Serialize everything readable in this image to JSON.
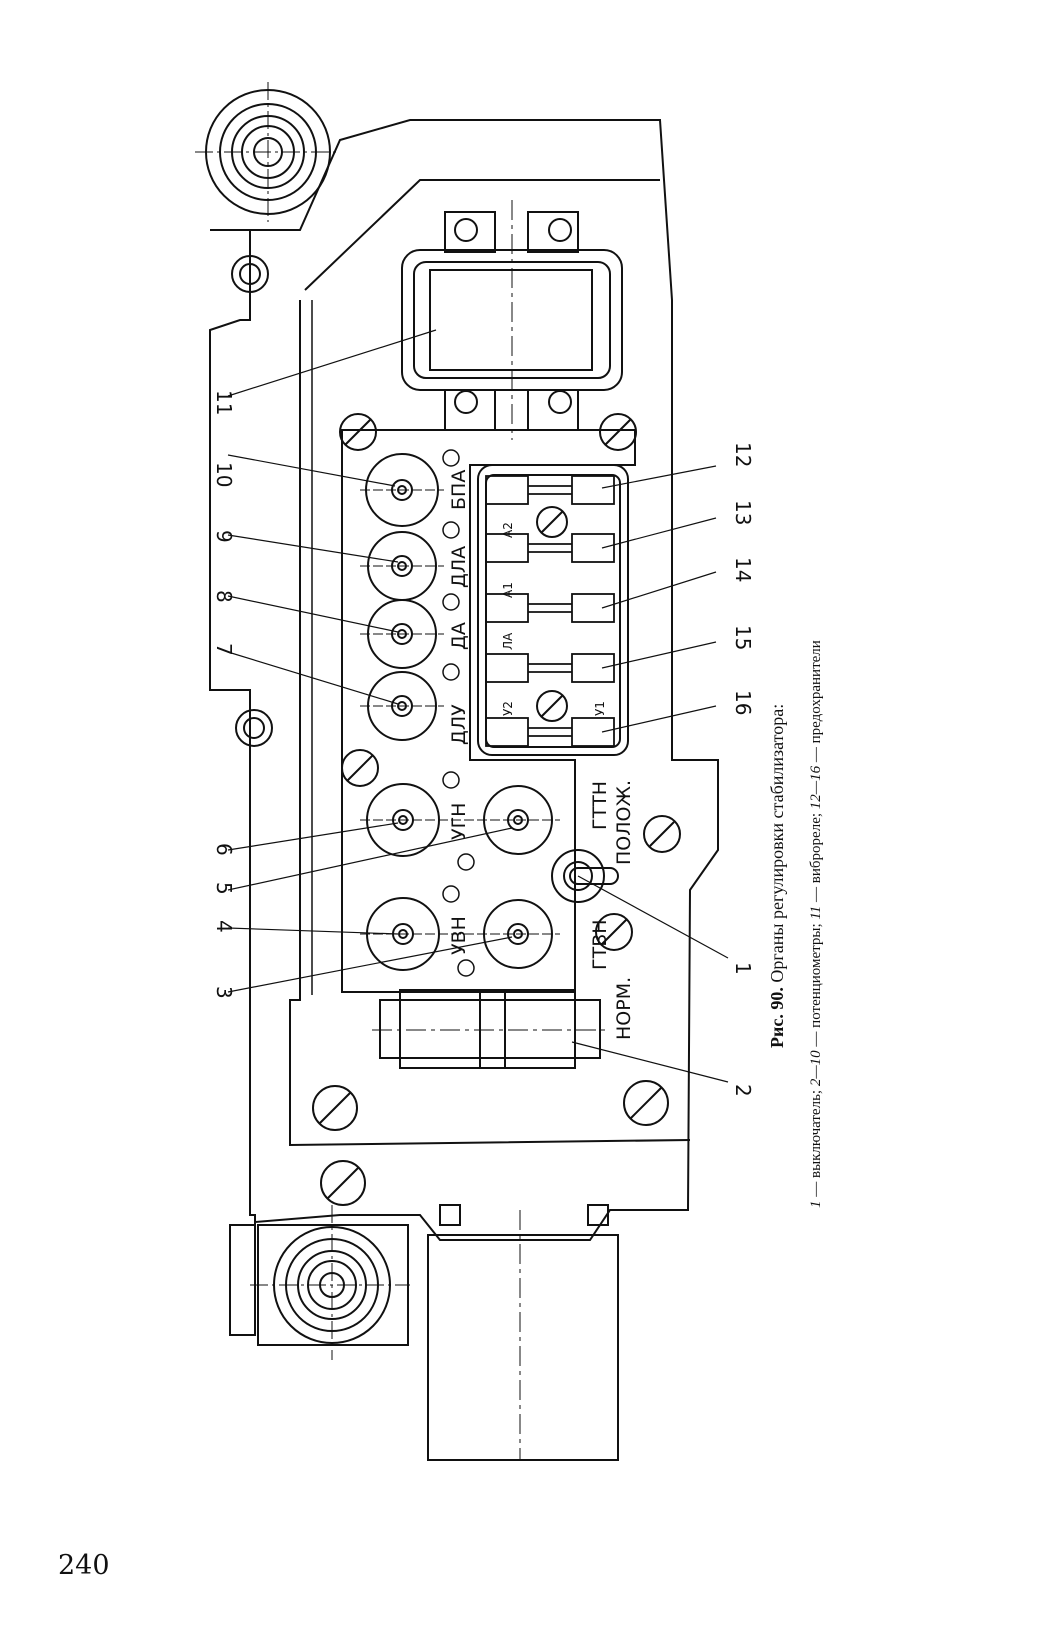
{
  "page_number": "240",
  "caption": {
    "prefix": "Рис. 90.",
    "title": "Органы регулировки стабилизатора:",
    "legend": [
      {
        "num": "1",
        "text": " — выключатель;  "
      },
      {
        "num": "2—10",
        "text": " — потенциометры;  "
      },
      {
        "num": "11",
        "text": " — виброреле;  "
      },
      {
        "num": "12—16",
        "text": " — предохранители"
      }
    ]
  },
  "callouts": [
    "1",
    "2",
    "3",
    "4",
    "5",
    "6",
    "7",
    "8",
    "9",
    "10",
    "11",
    "12",
    "13",
    "14",
    "15",
    "16"
  ],
  "panel_labels": {
    "dlu": "ДЛУ",
    "da": "ДА",
    "dla": "ДЛА",
    "bpa": "БПА",
    "ugn": "УГН",
    "uvn": "УВН",
    "gttn": "ГТТН",
    "gtvn": "ГТВН",
    "polozh": "ПОЛОЖ.",
    "norm": "НОРМ."
  },
  "fuse_labels": {
    "u2": "У2",
    "u1": "У1",
    "la": "ЛА",
    "a1": "А1",
    "a2": "А2"
  }
}
